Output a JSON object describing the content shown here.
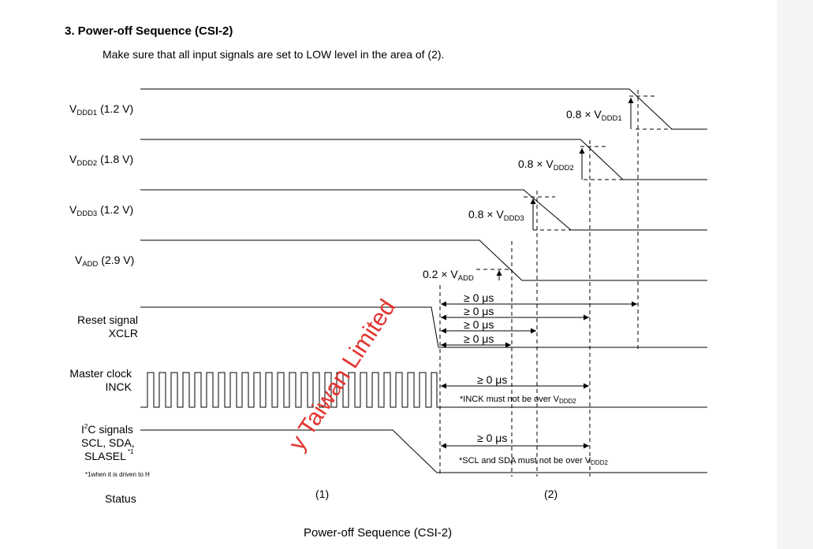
{
  "heading": "3. Power-off Sequence (CSI-2)",
  "note": "Make sure that all input signals are set to LOW level in the area of (2).",
  "signals": {
    "vddd1": {
      "prefix": "V",
      "sub": "DDD1",
      "suffix": " (1.2 V)"
    },
    "vddd2": {
      "prefix": "V",
      "sub": "DDD2",
      "suffix": " (1.8 V)"
    },
    "vddd3": {
      "prefix": "V",
      "sub": "DDD3",
      "suffix": " (1.2 V)"
    },
    "vadd": {
      "prefix": "V",
      "sub": "ADD",
      "suffix": " (2.9 V)"
    },
    "reset": {
      "line1": "Reset signal",
      "line2": "XCLR"
    },
    "clock": {
      "line1": "Master clock",
      "line2": "INCK"
    },
    "i2c": {
      "line1_a": "I",
      "line1_sup": "2",
      "line1_b": "C signals",
      "line2": "SCL, SDA,",
      "line3": "SLASEL",
      "line3_sup": "*1"
    }
  },
  "thresholds": {
    "vddd1": {
      "text": "0.8 × V",
      "sub": "DDD1"
    },
    "vddd2": {
      "text": "0.8 × V",
      "sub": "DDD2"
    },
    "vddd3": {
      "text": "0.8 × V",
      "sub": "DDD3"
    },
    "vadd": {
      "text": "0.2 × V",
      "sub": "ADD"
    }
  },
  "timing": {
    "min": "≥ 0 μs"
  },
  "notes": {
    "driven": "*1when it is driven to H",
    "inck_text": "*INCK must not be over V",
    "inck_sub": "DDD2",
    "scl_text": "*SCL and SDA must not be over V",
    "scl_sub": "DDD2"
  },
  "status": {
    "label": "Status",
    "area1": "(1)",
    "area2": "(2)"
  },
  "caption": "Power-off Sequence (CSI-2)",
  "watermark": "y Taiwan Limited",
  "colors": {
    "line": "#000000",
    "watermark": "#e3342f",
    "page": "#ffffff"
  }
}
